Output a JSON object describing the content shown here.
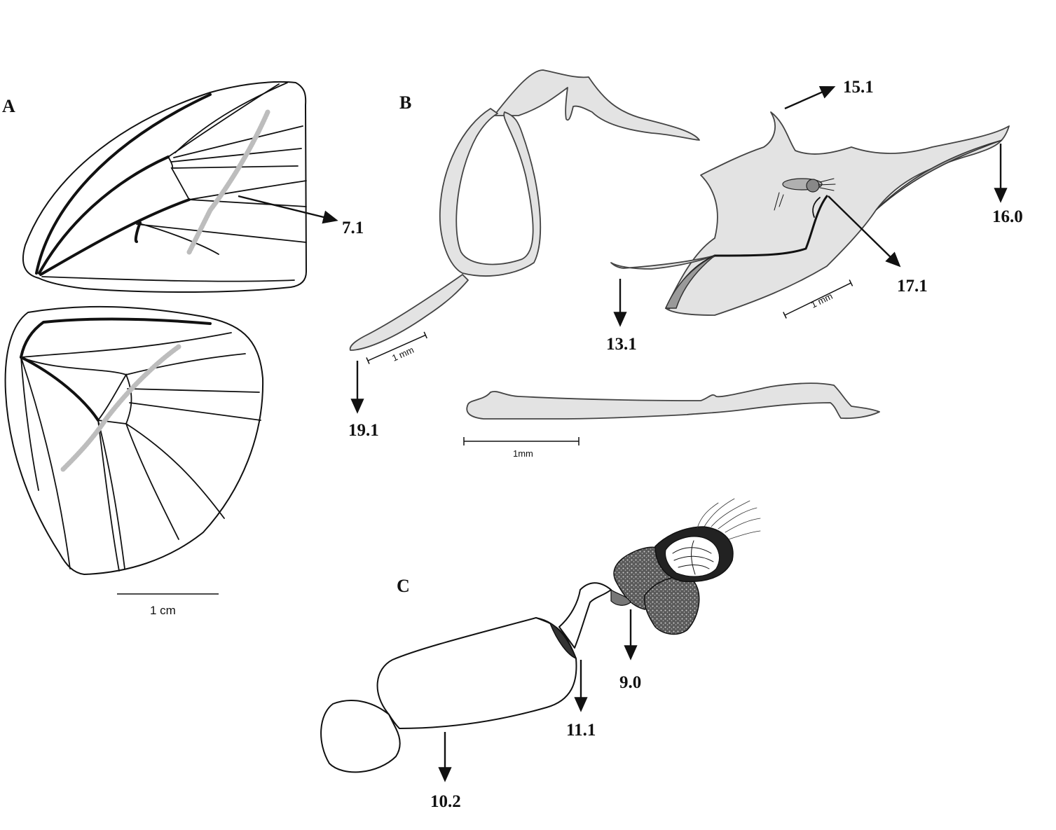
{
  "panels": {
    "a": "A",
    "b": "B",
    "c": "C"
  },
  "characters": {
    "c7_1": "7.1",
    "c15_1": "15.1",
    "c16_0": "16.0",
    "c17_1": "17.1",
    "c13_1": "13.1",
    "c19_1": "19.1",
    "c9_0": "9.0",
    "c11_1": "11.1",
    "c10_2": "10.2"
  },
  "scale_bars": {
    "wings": "1 cm",
    "valva": "1 mm",
    "uncus": "1 mm",
    "aedeagus": "1mm"
  }
}
